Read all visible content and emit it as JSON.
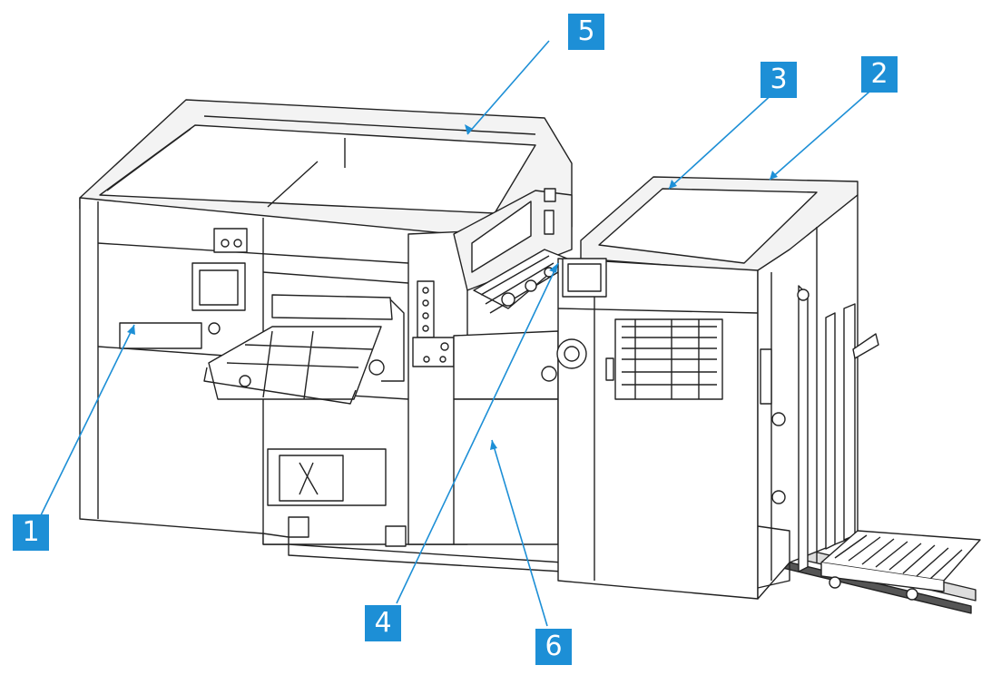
{
  "callouts": [
    {
      "id": "c1",
      "label": "1"
    },
    {
      "id": "c2",
      "label": "2"
    },
    {
      "id": "c3",
      "label": "3"
    },
    {
      "id": "c4",
      "label": "4"
    },
    {
      "id": "c5",
      "label": "5"
    },
    {
      "id": "c6",
      "label": "6"
    }
  ],
  "colors": {
    "callout_fill": "#1d8fd6",
    "callout_text": "#ffffff",
    "leader_line": "#1d8fd6",
    "machine_line": "#222222",
    "machine_fill": "#ffffff",
    "machine_shade": "#f3f3f3"
  }
}
